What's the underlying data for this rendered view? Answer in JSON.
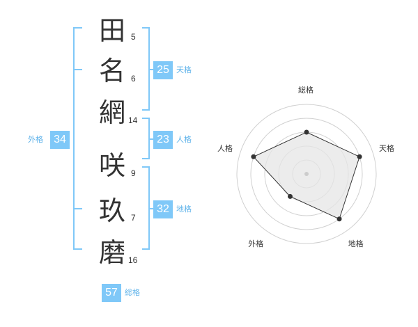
{
  "name_chars": [
    {
      "char": "田",
      "strokes": "5"
    },
    {
      "char": "名",
      "strokes": "6"
    },
    {
      "char": "網",
      "strokes": "14"
    },
    {
      "char": "咲",
      "strokes": "9"
    },
    {
      "char": "玖",
      "strokes": "7"
    },
    {
      "char": "磨",
      "strokes": "16"
    }
  ],
  "fortunes": {
    "tenkaku": {
      "value": "25",
      "label": "天格"
    },
    "jinkaku": {
      "value": "23",
      "label": "人格"
    },
    "chikaku": {
      "value": "32",
      "label": "地格"
    },
    "gaikaku": {
      "value": "34",
      "label": "外格"
    },
    "soukaku": {
      "value": "57",
      "label": "総格"
    }
  },
  "colors": {
    "accent": "#7fc8f8",
    "bracket": "#7fc8f8",
    "radar_fill": "#e6e6e6"
  },
  "chart_data": {
    "type": "radar",
    "axes": [
      "総格",
      "天格",
      "地格",
      "外格",
      "人格"
    ],
    "values": [
      3,
      4,
      4,
      2,
      4
    ],
    "max": 5,
    "grid_rings": 5
  }
}
